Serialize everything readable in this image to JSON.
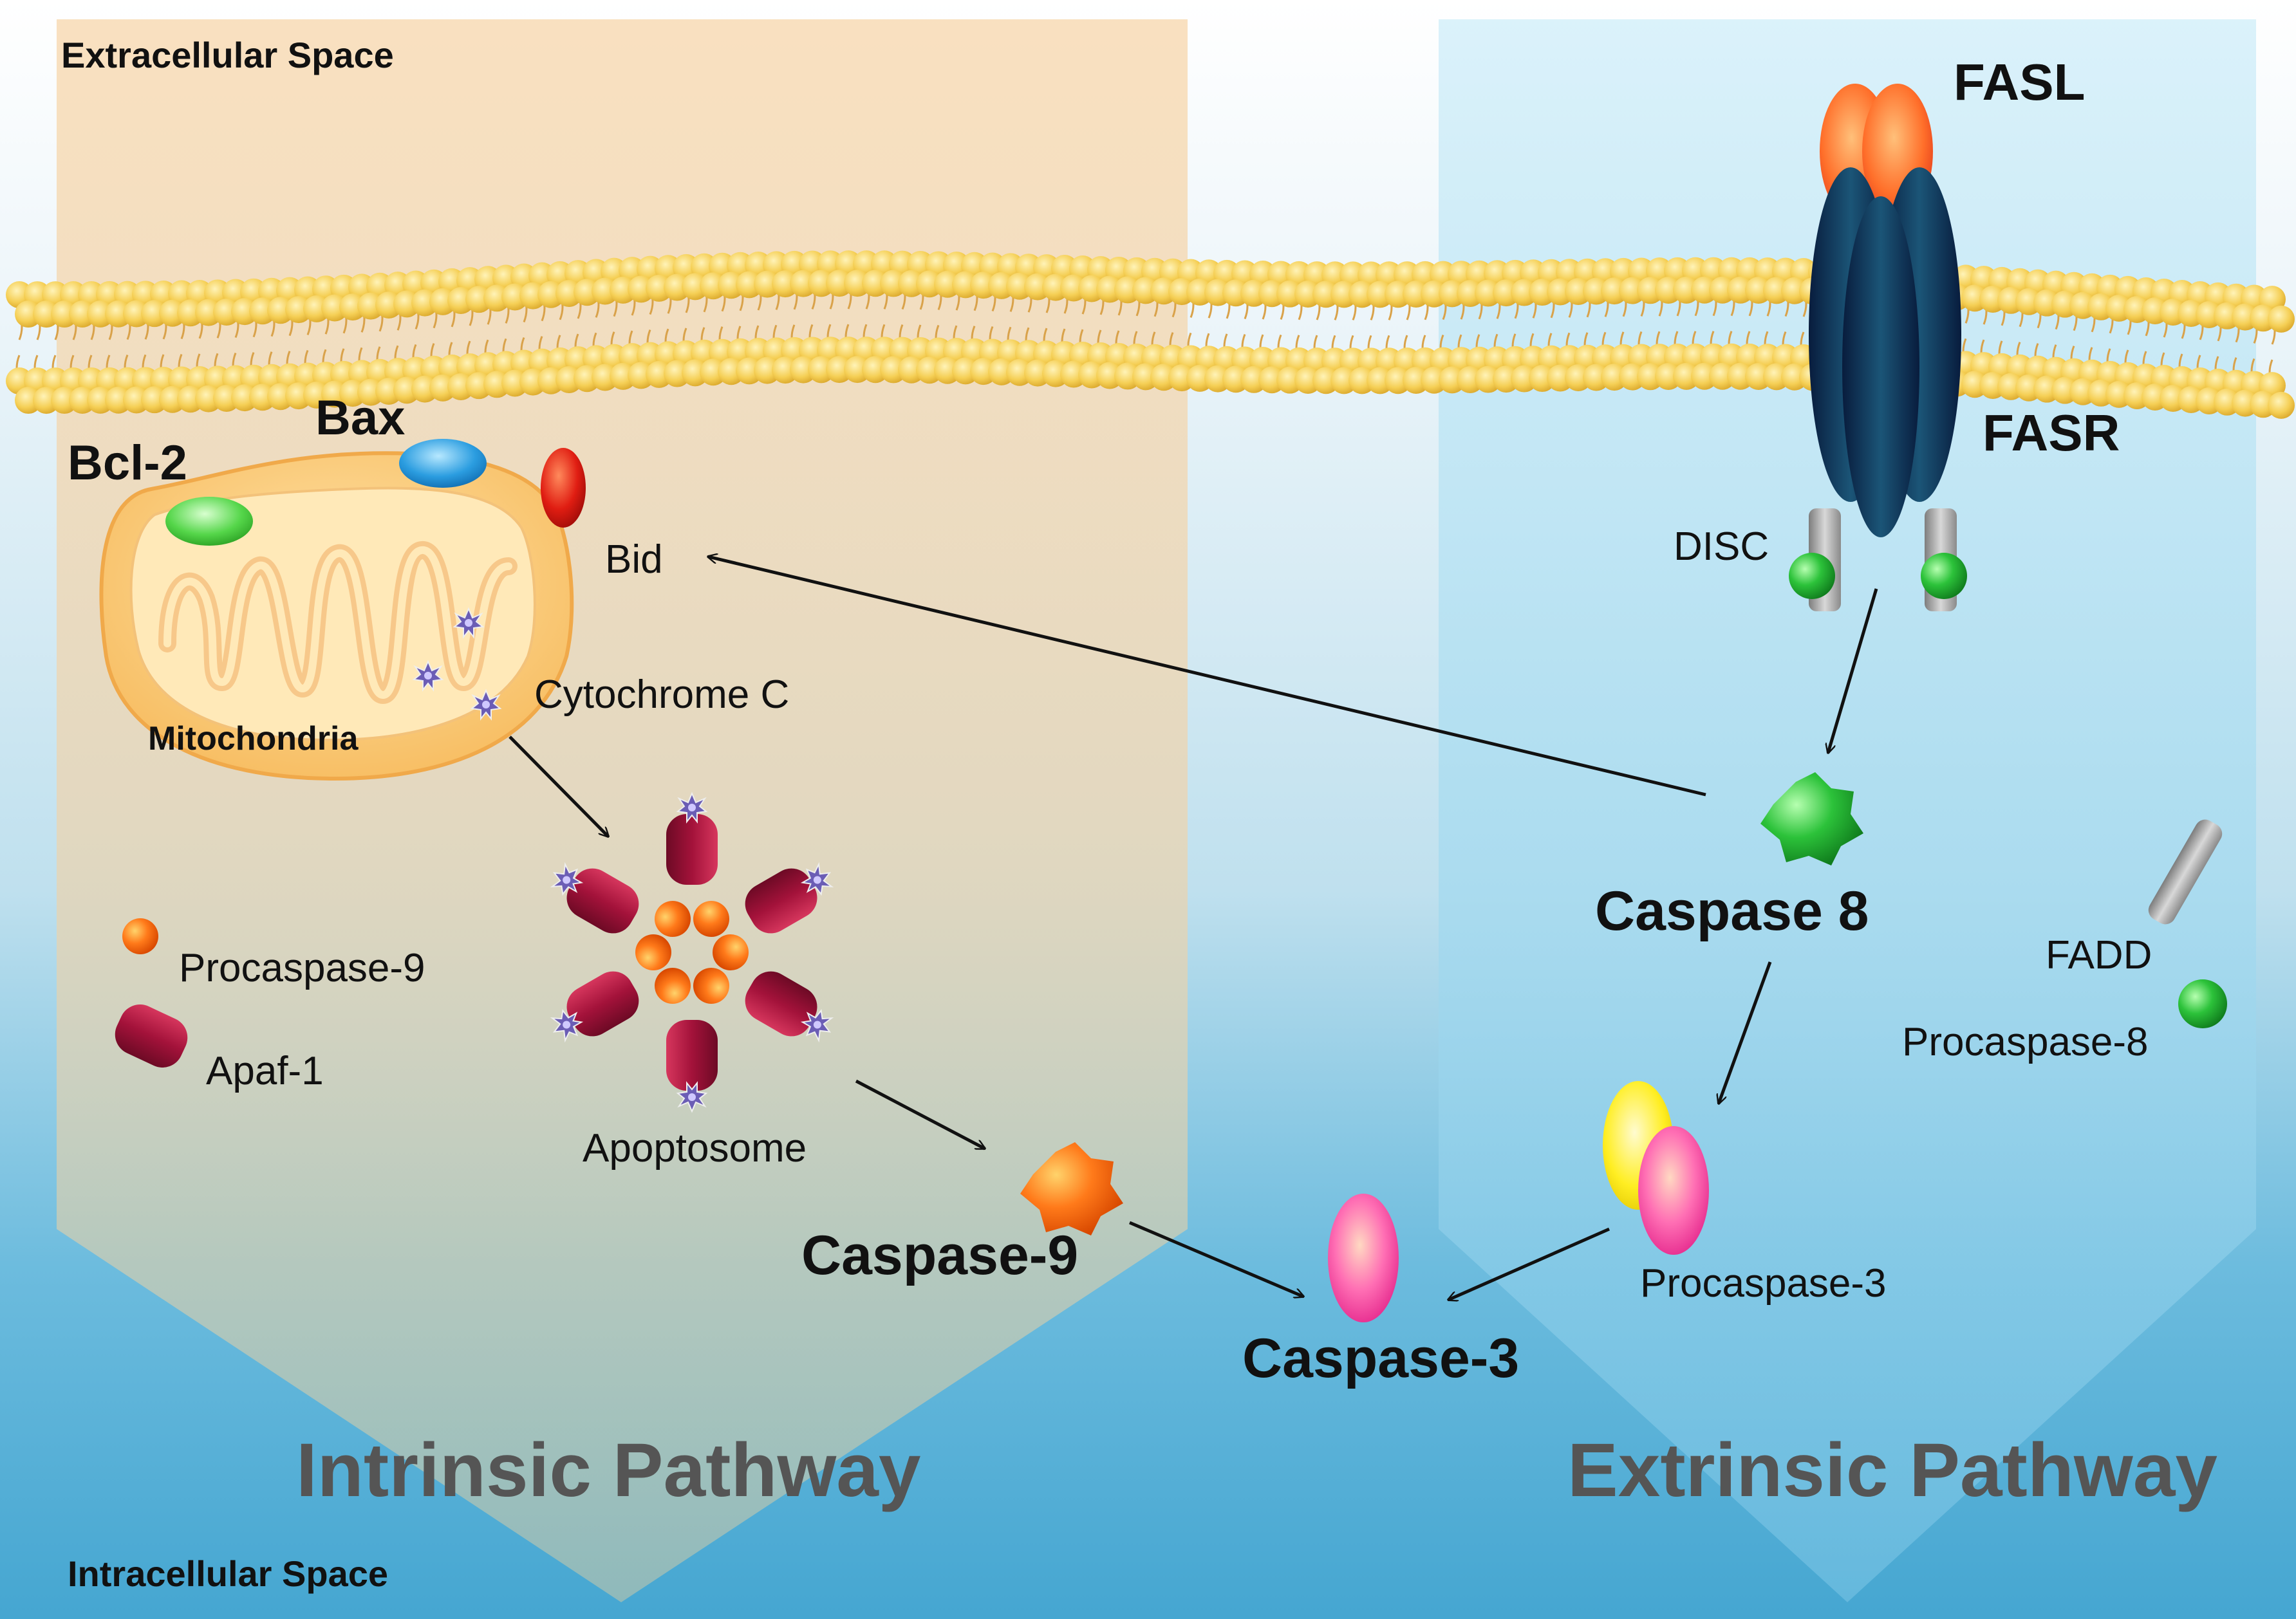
{
  "regions": {
    "extracellular": "Extracellular Space",
    "intracellular": "Intracellular Space",
    "intrinsic": "Intrinsic Pathway",
    "extrinsic": "Extrinsic Pathway"
  },
  "molecules": {
    "fasl": "FASL",
    "fasr": "FASR",
    "disc": "DISC",
    "bcl2": "Bcl-2",
    "bax": "Bax",
    "bid": "Bid",
    "mitochondria": "Mitochondria",
    "cytochrome_c": "Cytochrome C",
    "procaspase9": "Procaspase-9",
    "apaf1": "Apaf-1",
    "apoptosome": "Apoptosome",
    "caspase9": "Caspase-9",
    "caspase8": "Caspase 8",
    "fadd": "FADD",
    "procaspase8": "Procaspase-8",
    "procaspase3": "Procaspase-3",
    "caspase3": "Caspase-3"
  },
  "colors": {
    "intrinsic_panel": "#f6dcb8",
    "extrinsic_panel": "#bfe6f4",
    "background_bottom": "#4ea9d3",
    "membrane_head": "#f5cf55",
    "caspase_orange": "#ff6a10",
    "caspase_green": "#26a83a",
    "caspase3_pink": "#ff4fa8",
    "apaf1_red": "#a3123a",
    "fasr_navy": "#0d2a55",
    "bax_blue": "#2b9de0",
    "bcl2_green": "#55d64a",
    "bid_red": "#d4140f"
  },
  "icons": [
    "mitochondria-icon",
    "cytochrome-c-icon",
    "apaf1-icon",
    "apoptosome-icon",
    "caspase-icon",
    "fas-receptor-icon",
    "membrane-icon"
  ]
}
